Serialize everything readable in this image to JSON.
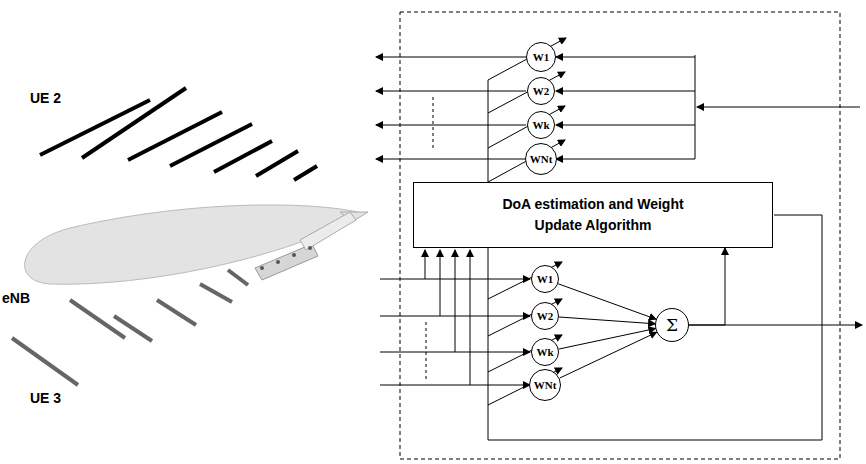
{
  "diagram": {
    "nodes": [
      {
        "text": [
          "W1"
        ]
      },
      {
        "text": [
          "W2"
        ]
      },
      {
        "text": [
          "Wk"
        ]
      },
      {
        "text": [
          "WNt"
        ]
      },
      {
        "text": [
          "DoA estimation and Weight Update Algorithm"
        ]
      },
      {
        "text": [
          "W1"
        ]
      },
      {
        "text": [
          "W2"
        ]
      },
      {
        "text": [
          "Wk"
        ]
      },
      {
        "text": [
          "WNt"
        ]
      },
      {
        "text": [
          "Σ"
        ]
      }
    ],
    "edges": [
      {
        "from": 5,
        "to": 9,
        "arrow": "to"
      },
      {
        "from": 6,
        "to": 9,
        "arrow": "to"
      },
      {
        "from": 7,
        "to": 9,
        "arrow": "to"
      },
      {
        "from": 8,
        "to": 9,
        "arrow": "to"
      },
      {
        "from": 9,
        "to": 4,
        "arrow": "to"
      }
    ],
    "labels": [
      "UE 2",
      "eNB",
      "UE 3"
    ]
  }
}
